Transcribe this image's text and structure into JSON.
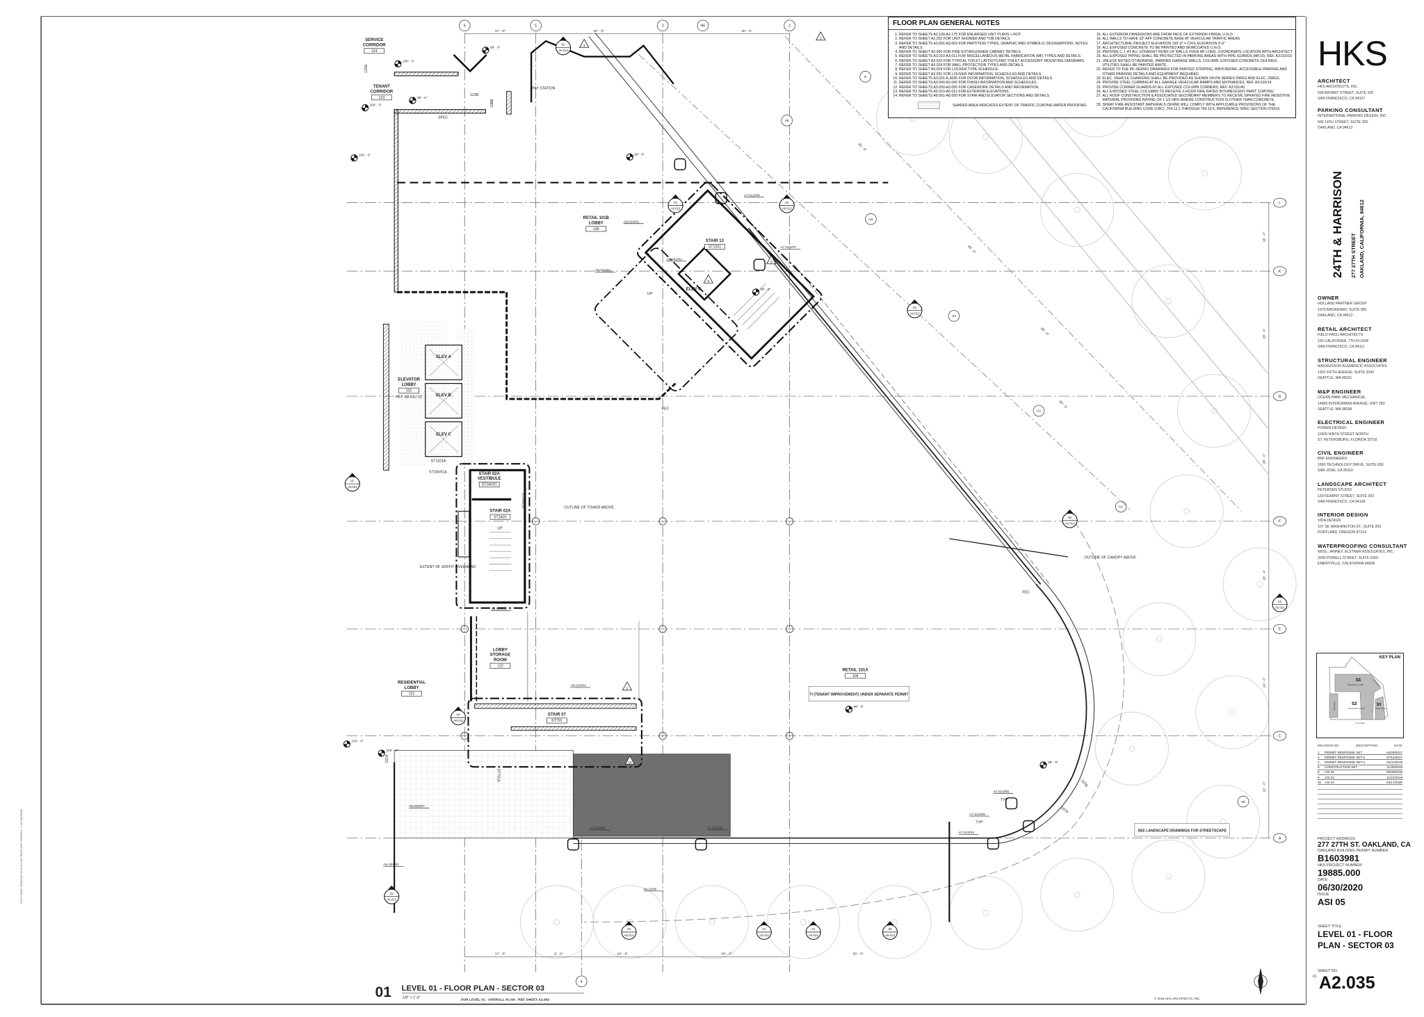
{
  "drawing": {
    "title_number": "01",
    "title": "LEVEL 01 - FLOOR PLAN - SECTOR 03",
    "scale": "1/8\" = 1'-0\"",
    "ref": "FOR LEVEL 01 - OVERALL PLAN - REF SHEET A2.002",
    "copyright": "© 2016  HKS ARCHITECTS, INC.",
    "plot_stamp": "PLOT DATE: 6/30/2020 11:40:51 AM     TEMPLATE VERSION: 2.4.8 20150630"
  },
  "grid": {
    "columns": [
      "6",
      "5",
      "3",
      "H6",
      "2"
    ],
    "bottom_columns": [
      "4"
    ],
    "rows": [
      "L",
      "K",
      "G",
      "F",
      "E",
      "C",
      "A"
    ],
    "diagonal": [
      "N",
      "H5",
      "H4",
      "H3",
      "H2",
      "H1",
      "HE"
    ],
    "top_dims": [
      "17' - 0\"",
      "30' - 0\"",
      "30' - 0\""
    ],
    "bottom_dims": [
      "17' - 0\"",
      "9' - 6\"",
      "20' - 6\"",
      "30' - 0\"",
      "30' - 0\""
    ],
    "right_dims": [
      "16' - 0\"",
      "28' - 0\"",
      "28' - 0\"",
      "18' - 4\"",
      "24' - 0\"",
      "22' - 0\""
    ],
    "diag_dims": [
      "30' - 0\"",
      "30' - 0\"",
      "30' - 0\"",
      "30' - 0\""
    ]
  },
  "rooms": [
    {
      "name": "SERVICE CORRIDOR",
      "num": "124"
    },
    {
      "name": "TENANT CORRIDOR",
      "num": "123"
    },
    {
      "name": "RETAIL 101B LOBBY",
      "num": "108"
    },
    {
      "name": "STAIR 13",
      "num": "ST1301"
    },
    {
      "name": "ELEVATOR LOBBY",
      "num": "102",
      "ref": "REF. A8.041/ 02"
    },
    {
      "name": "STAIR 02A VESTIBULE",
      "num": "ST2AV01"
    },
    {
      "name": "STAIR 02A",
      "num": "ST2A01"
    },
    {
      "name": "LOBBY STORAGE ROOM",
      "num": "122"
    },
    {
      "name": "RESIDENTIAL LOBBY",
      "num": "101"
    },
    {
      "name": "STAIR 07",
      "num": "ST701"
    },
    {
      "name": "RETAIL 101A",
      "num": "109"
    }
  ],
  "labels": {
    "pay_station": "PAY STATION",
    "elev_a": "ELEV A",
    "elev_b": "ELEV B",
    "elev_c": "ELEV C",
    "elev_g": "ELEV G",
    "outline_tower": "OUTLINE OF TOWER ABOVE",
    "soffit": "EXTENT OF SOFFIT OVERHEAD",
    "canopy": "OUTLINE OF CANOPY ABOVE",
    "ti": "TI (TENANT IMPROVEMENT) UNDER SEPARATE PERMIT",
    "landscape": "SEE LANDSCAPE DRAWINGS FOR STREETSCAPE",
    "up": "UP",
    "sfec": "SFEC",
    "fec": "FEC",
    "typ": "TYP",
    "door_123a": "123A",
    "door_123b": "123B",
    "door_108b": "108B",
    "door_101a": "101A",
    "door_107a": "107A",
    "door_107b": "107B",
    "door_st1101a": "ST1101A",
    "door_st2av01a": "ST2AV01A",
    "door_st2a01a": "ST2A01A",
    "door_st701a": "ST701A"
  },
  "elevations": [
    "100' - 0\"",
    "99' - 6\"",
    "98' - 6\""
  ],
  "detail_refs": [
    "A7.012/08",
    "A7.012/07",
    "A7.012/06",
    "A7.012/05",
    "A7.012/04",
    "A7.012/03",
    "A7.012/02",
    "A8.014/01",
    "A8.011/01",
    "A8.042/01",
    "A8.010/01",
    "A8.004/01",
    "A5.020/07",
    "A5.001/01",
    "VA.0105"
  ],
  "section_marks": [
    {
      "n": "01",
      "s": "A6.014"
    },
    {
      "n": "04",
      "s": "A8.013"
    },
    {
      "n": "04",
      "s": "A8.013"
    },
    {
      "n": "02",
      "s": "A6.013"
    },
    {
      "n": "03",
      "s": "A6.013"
    },
    {
      "n": "01",
      "s": "A6.001"
    },
    {
      "n": "07",
      "s": "A5.003"
    },
    {
      "n": "04",
      "s": "A8.010"
    },
    {
      "n": "02",
      "s": "A6.012"
    },
    {
      "n": "04",
      "s": "A6.013"
    },
    {
      "n": "01",
      "s": "A6.013"
    },
    {
      "n": "02",
      "s": "A6.013"
    },
    {
      "n": "06",
      "s": "A6.013"
    }
  ],
  "rev_deltas": [
    "2",
    "4",
    "5",
    "8",
    "9",
    "10"
  ],
  "notes": {
    "title": "FLOOR PLAN GENERAL NOTES",
    "left": [
      "REFER TO SHEETS A2.100-A2.175 FOR ENLARGED UNIT PLANS + RCP",
      "REFER TO SHEET A2.202 FOR UNIT SHOWER AND TUB DETAILS.",
      "REFER TO SHEETS A3.001-A3.003 FOR PARTITION TYPES, GRAPHIC AND SYMBOLIC DESIGNATIONS, NOTES, AND DETAILS.",
      "REFER TO SHEET A3.005 FOR FIRE EXTINGUISHER CABINET DETAILS.",
      "REFER TO SHEETS A3.010-A3.011 FOR MISCELLANEOUS METAL FABRICATION (MF) TYPES AND DETAILS.",
      "REFER TO SHEET A3.022 FOR TYPICAL TOILET LAYOUTS AND TOILET ACCESSORY MOUNTING DIAGRAMS.",
      "REFER TO SHEET A3.024 FOR WALL PROTECTION TYPES AND DETAILS.",
      "REFER TO SHEET A3.024 FOR LOCKER TYPE SCHEDULE.",
      "REFER TO SHEET A3.031 FOR LOUVER INFORMATION, SCHEDULES AND DETAILS.",
      "REFER TO SHEETS A3.031-A.3035 FOR DOOR INFORMATION, SCHEDULES AND DETAILS.",
      "REFER TO SHEETS A3.040-A3.042 FOR FINISH INFORMATION AND SCHEDULES.",
      "REFER TO SHEETS A3.050-A3.055 FOR CASEWORK DETAILS AND INFORMATION.",
      "REFER TO SHEETS A5.010-A5.012 FOR EXTERIOR ELEVATIONS.",
      "REFER TO SHEETS A8.001-A8.050 FOR STAIR AND ELEVATOR SECTIONS AND DETAILS."
    ],
    "right": [
      "ALL EXTERIOR DIMENSIONS ARE FROM FACE OF EXTERIOR FINISH, U.N.O.",
      "ALL WALLS TO HAVE 32\" AFF CONCRETE BASE AT VEHICULAR TRAFFIC AREAS",
      "ARCHITECTURAL PROJECT ELEVATION 100'-0\" = CIVIL ELEVATION 9'-0\"",
      "ALL EXPOSED CONCRETE TO BE PAINTED AND SKIMCOATED U.N.O.",
      "PROVIDE C.J. AT ALL STRAIGHT RUNS OF WALLS OVER 48' LONG. COORDINATE LOCATION WITH ARCHITECT",
      "ALL EXPOSED PIPING SHALL BE PROTECTED IN PARKING AREAS WITH PIPE GUARDS (MF10), REF. A3.010/10",
      "UNLESS NOTED OTHERWISE, PARKING GARAGE WALLS, COLUMN, EXPOSED CONCRETE CEILINGS, UTILITIES SHALL BE PAINTED WHITE.",
      "REFER TO THE PK-SERIES DRAWINGS FOR PAINTED STRIPING, WAYFINDING, ACCESSIBLE PARKING AND OTHER PARKING DETAILS AND EQUIPMENT REQUIRED",
      "ELEC. VEHICLE CHARGING SHALL BE PROVIDED AS SHOWN ON PK-SERIES DWGS AND ELEC. DWGS.",
      "PROVIDE STEEL CURBING AT ALL GARAGE VEHICULAR RAMPS AND ENTRANCES, REF. A3.010/14",
      "PROVIDE CORNER GUARDS AT ALL EXPOSED COLUMN CORNERS, REF. A3.011/40",
      "ALL EXPOSED STEEL COLUMNS TO RECEIVE 2-HOUR FIRE RATED INTUMESCENT PAINT COATING",
      "ALL ROOF CONSTRUCTION & ASSOCIATED SECONDARY MEMBERS TO RECEIVE SPRAYED FIRE RESISTIVE MATERIAL PROVIDING RATING OF 1 1/2 HRS WHERE CONSTRUCTION IS OTHER THAN CONCRETE.",
      "SPRAY FIRE-RESISTANT MATERIALS (SFRM) WILL COMPLY WITH APPLICABLE PROVISIONS OF THE CALIFORNIA BUILDING CODE (CBC), 704.13.1 THROUGH 704.13.5. REFERENCE SPEC SECTION 078116."
    ],
    "shaded": "SHADED AREA INDICATES EXTENT OF TRAFFIC COATING WATER PROOFING"
  },
  "title_block": {
    "logo": "HKS",
    "project_name": "24TH & HARRISON",
    "project_street": "277 27TH STREET",
    "project_city": "OAKLAND, CALIFORNIA, 94612",
    "firms": [
      {
        "role": "ARCHITECT",
        "lines": [
          "HKS ARCHITECTS, INC.",
          "539 BRYANT STREET, SUITE 100",
          "SAN FRANCISCO, CA 94107"
        ]
      },
      {
        "role": "PARKING CONSULTANT",
        "lines": [
          "INTERNATIONAL PARKING DESIGN, INC.",
          "560 14TH STREET, SUITE 300",
          "OAKLAND, CA 94612"
        ]
      },
      {
        "role": "OWNER",
        "lines": [
          "HOLLAND PARTNER GROUP",
          "1970 BROADWAY, SUITE 300",
          "OAKLAND, CA 94612"
        ]
      },
      {
        "role": "RETAIL ARCHITECT",
        "lines": [
          "FIELD PAOLI ARCHITECTS",
          "150 CALIFORNIA, 7TH FLOOR",
          "SAN FRANCISCO, CA 94111"
        ]
      },
      {
        "role": "STRUCTURAL ENGINEER",
        "lines": [
          "MAGNUSSON KLEMENCIC ASSOCIATES",
          "1301 FIFTH AVENUE, SUITE 3200",
          "SEATTLE, WA 98101"
        ]
      },
      {
        "role": "M&P ENGINEER",
        "lines": [
          "OCEAN PARK MECHANICAL",
          "14900 INTERURBAN AVENUE, UNIT 283",
          "SEATTLE, WA 98198"
        ]
      },
      {
        "role": "ELECTRICAL ENGINEER",
        "lines": [
          "POWER DESIGN",
          "11600 NINTH STREET NORTH",
          "ST. PETERSBURG, FLORIDA 33716"
        ]
      },
      {
        "role": "CIVIL ENGINEER",
        "lines": [
          "BKF ENGINEERS",
          "1650 TECHNOLOGY DRIVE, SUITE 650",
          "SAN JOSE, CA 95110"
        ]
      },
      {
        "role": "LANDSCAPE ARCHITECT",
        "lines": [
          "PETERSEN STUDIO",
          "133 KEARNY STREET, SUITE 303",
          "SAN FRANCISCO, CA 94108"
        ]
      },
      {
        "role": "INTERIOR DESIGN",
        "lines": [
          "VIDA DESIGN",
          "107 SE WASHINGTON ST., SUITE 263",
          "PORTLAND, OREGON 97214"
        ]
      },
      {
        "role": "WATERPROOFING CONSULTANT",
        "lines": [
          "WISS, JANNEY, ELSTNER ASSOCIATES, INC.",
          "2000 POWELL STREET, SUITE 1650",
          "EMERYVILLE, CALIFORNIA 94608"
        ]
      }
    ],
    "key_plan": {
      "title": "KEY PLAN",
      "s1": "S1",
      "s1_sub": "RESIDENTIAL TOWER",
      "s2": "S2",
      "s2_sub": "RESIDENTIAL PODIUM",
      "s3": "S3",
      "s3_sub": "RETAIL PODIUM",
      "street_diag": "27TH STREET",
      "street_bottom": "24TH STREET",
      "side": "POWER BLDG"
    },
    "revision": {
      "hd_no": "REVISION NO.",
      "hd_desc": "DESCRIPTION",
      "hd_date": "DATE",
      "rows": [
        {
          "no": "1",
          "desc": "PERMIT RESPONSE SET",
          "date": "04/28/2017"
        },
        {
          "no": "2",
          "desc": "PERMIT RESPONSE SET-2",
          "date": "07/14/2017"
        },
        {
          "no": "4",
          "desc": "PERMIT RESPONSE SET-4",
          "date": "04/11/2018"
        },
        {
          "no": "5",
          "desc": "CONSTRUCTION SET",
          "date": "11/30/2018"
        },
        {
          "no": "8",
          "desc": "ASI 02",
          "date": "06/28/2019"
        },
        {
          "no": "9",
          "desc": "ASI 03",
          "date": "11/21/2019"
        },
        {
          "no": "10",
          "desc": "ASI 04",
          "date": "04/17/2020"
        }
      ]
    },
    "project_address_label": "PROJECT ADDRESS:",
    "project_address": "277 27TH ST. OAKLAND, CA",
    "permit_label": "OAKLAND BUILDING PERMIT NUMBER",
    "permit": "B1603981",
    "project_number_label": "HKS PROJECT NUMBER",
    "project_number": "19885.000",
    "date_label": "DATE",
    "date": "06/30/2020",
    "issue_label": "ISSUE",
    "issue": "ASI 05",
    "sheet_title_label": "SHEET TITLE",
    "sheet_title_1": "LEVEL 01 - FLOOR",
    "sheet_title_2": "PLAN - SECTOR 03",
    "sheet_no_label": "SHEET NO.",
    "sheet_delta": "1",
    "sheet_no": "A2.035"
  },
  "colors": {
    "ink": "#111111",
    "faint": "#c8c8c8",
    "shaded": "#6f6f6f",
    "stipple": "#d9d9d9"
  }
}
